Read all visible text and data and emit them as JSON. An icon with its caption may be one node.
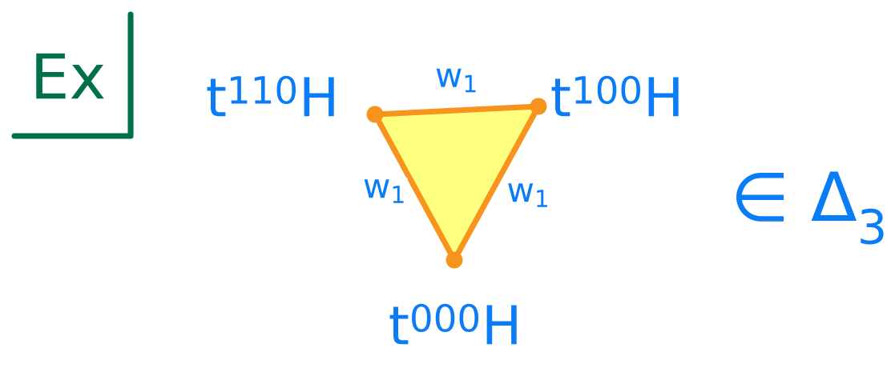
{
  "diagram": {
    "title": "Ex",
    "nodes": [
      {
        "text": [],
        "shape": "circle",
        "beside": [
          "t$^{110}$H"
        ]
      },
      {
        "text": [],
        "shape": "circle",
        "beside": [
          "t$^{100}$H"
        ]
      },
      {
        "text": [],
        "shape": "circle",
        "beside": [
          "t$^{000}$H"
        ]
      }
    ],
    "edges": [
      {
        "from": 0,
        "to": 1,
        "arrow": "none",
        "label": "w$_{1}$"
      },
      {
        "from": 0,
        "to": 2,
        "arrow": "none",
        "label": "w$_{1}$"
      },
      {
        "from": 1,
        "to": 2,
        "arrow": "none",
        "label": "w$_{1}$"
      }
    ],
    "labels": [
      "∈ Δ$_{3}$"
    ]
  }
}
